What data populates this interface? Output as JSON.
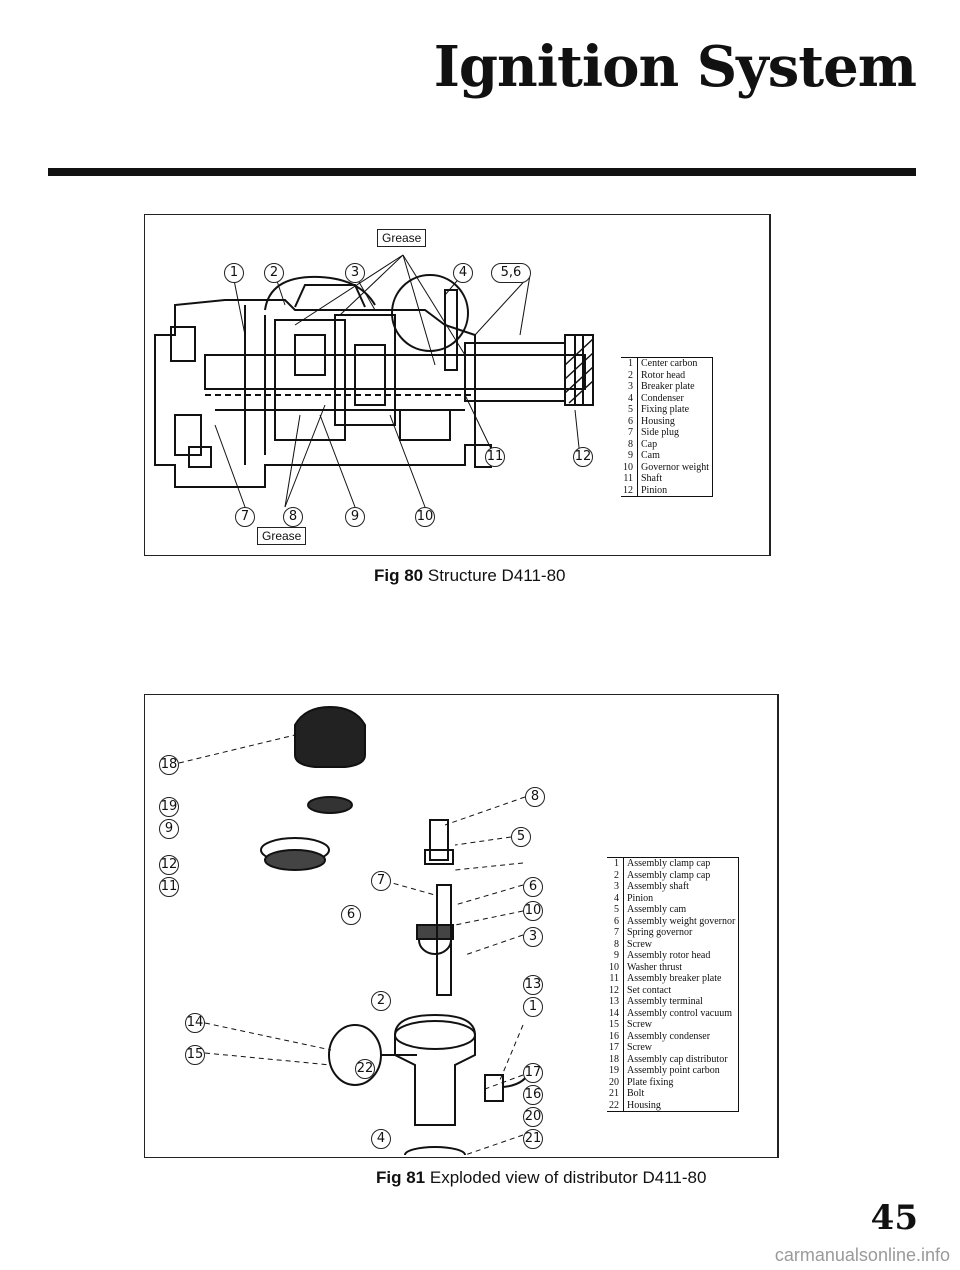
{
  "page": {
    "title": "Ignition System",
    "page_number": "45",
    "watermark": "carmanualsonline.info"
  },
  "figure80": {
    "caption_fig": "Fig 80",
    "caption_text": "Structure D411-80",
    "grease_label_top": "Grease",
    "grease_label_bottom": "Grease",
    "callouts": [
      "1",
      "2",
      "3",
      "4",
      "5,6",
      "7",
      "8",
      "9",
      "10",
      "11",
      "12"
    ],
    "legend": [
      {
        "n": "1",
        "t": "Center carbon"
      },
      {
        "n": "2",
        "t": "Rotor head"
      },
      {
        "n": "3",
        "t": "Breaker plate"
      },
      {
        "n": "4",
        "t": "Condenser"
      },
      {
        "n": "5",
        "t": "Fixing plate"
      },
      {
        "n": "6",
        "t": "Housing"
      },
      {
        "n": "7",
        "t": "Side plug"
      },
      {
        "n": "8",
        "t": "Cap"
      },
      {
        "n": "9",
        "t": "Cam"
      },
      {
        "n": "10",
        "t": "Governor weight"
      },
      {
        "n": "11",
        "t": "Shaft"
      },
      {
        "n": "12",
        "t": "Pinion"
      }
    ]
  },
  "figure81": {
    "caption_fig": "Fig 81",
    "caption_text": "Exploded view of distributor D411-80",
    "callouts": [
      "18",
      "19",
      "9",
      "12",
      "11",
      "8",
      "5",
      "7",
      "6",
      "10",
      "6",
      "3",
      "13",
      "1",
      "2",
      "14",
      "15",
      "22",
      "17",
      "16",
      "20",
      "4",
      "21"
    ],
    "legend": [
      {
        "n": "1",
        "t": "Assembly clamp cap"
      },
      {
        "n": "2",
        "t": "Assembly clamp cap"
      },
      {
        "n": "3",
        "t": "Assembly shaft"
      },
      {
        "n": "4",
        "t": "Pinion"
      },
      {
        "n": "5",
        "t": "Assembly cam"
      },
      {
        "n": "6",
        "t": "Assembly weight governor"
      },
      {
        "n": "7",
        "t": "Spring governor"
      },
      {
        "n": "8",
        "t": "Screw"
      },
      {
        "n": "9",
        "t": "Assembly rotor head"
      },
      {
        "n": "10",
        "t": "Washer thrust"
      },
      {
        "n": "11",
        "t": "Assembly breaker plate"
      },
      {
        "n": "12",
        "t": "Set contact"
      },
      {
        "n": "13",
        "t": "Assembly terminal"
      },
      {
        "n": "14",
        "t": "Assembly control vacuum"
      },
      {
        "n": "15",
        "t": "Screw"
      },
      {
        "n": "16",
        "t": "Assembly condenser"
      },
      {
        "n": "17",
        "t": "Screw"
      },
      {
        "n": "18",
        "t": "Assembly cap distributor"
      },
      {
        "n": "19",
        "t": "Assembly point carbon"
      },
      {
        "n": "20",
        "t": "Plate fixing"
      },
      {
        "n": "21",
        "t": "Bolt"
      },
      {
        "n": "22",
        "t": "Housing"
      }
    ]
  }
}
